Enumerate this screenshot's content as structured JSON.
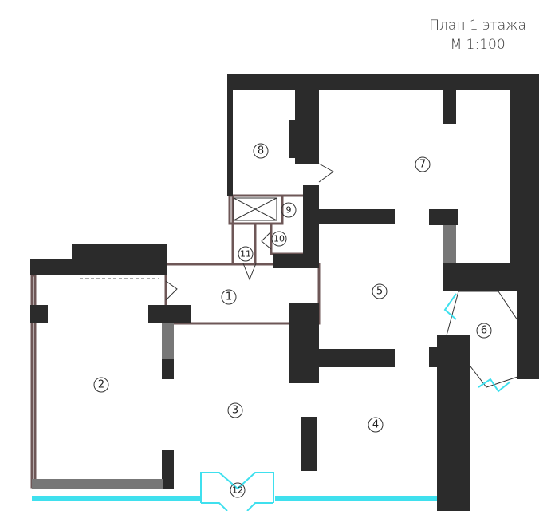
{
  "title": {
    "line1": "План 1 этажа",
    "line2": "М 1:100"
  },
  "colors": {
    "wall": "#2b2b2b",
    "partition": "#6e5757",
    "glazing": "#3fe0ee"
  },
  "rooms": [
    {
      "label": "1"
    },
    {
      "label": "2"
    },
    {
      "label": "3"
    },
    {
      "label": "4"
    },
    {
      "label": "5"
    },
    {
      "label": "6"
    },
    {
      "label": "7"
    },
    {
      "label": "8"
    },
    {
      "label": "9"
    },
    {
      "label": "10"
    },
    {
      "label": "11"
    },
    {
      "label": "12"
    }
  ]
}
